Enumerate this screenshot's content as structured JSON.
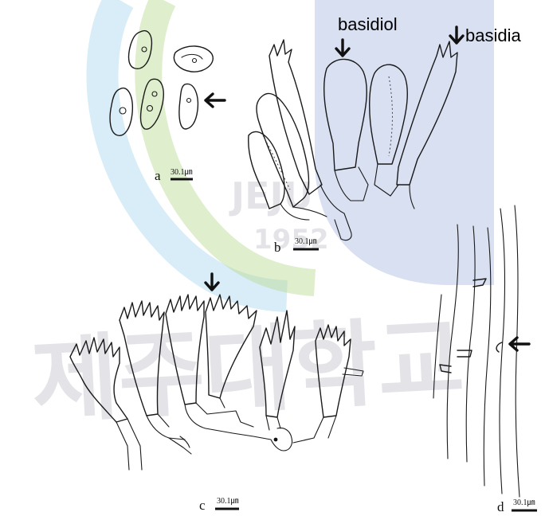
{
  "watermark": {
    "logo_text": "JEJU",
    "logo_year": "1952",
    "university_name": "제주대학교",
    "colors": {
      "blue": "#8aa0d8",
      "green": "#b9d98f",
      "sky": "#a9d8ef",
      "gray": "#9fa0b0"
    }
  },
  "annotations": {
    "basidiol_label": "basidiol",
    "basidia_label": "basidia"
  },
  "panels": {
    "a": {
      "letter": "a",
      "scale": "30.1㎛"
    },
    "b": {
      "letter": "b",
      "scale": "30.1㎛"
    },
    "c": {
      "letter": "c",
      "scale": "30.1㎛"
    },
    "d": {
      "letter": "d",
      "scale": "30.1㎛"
    }
  },
  "icons": {
    "pointer": "arrow-icon",
    "logo": "university-seal-icon"
  }
}
